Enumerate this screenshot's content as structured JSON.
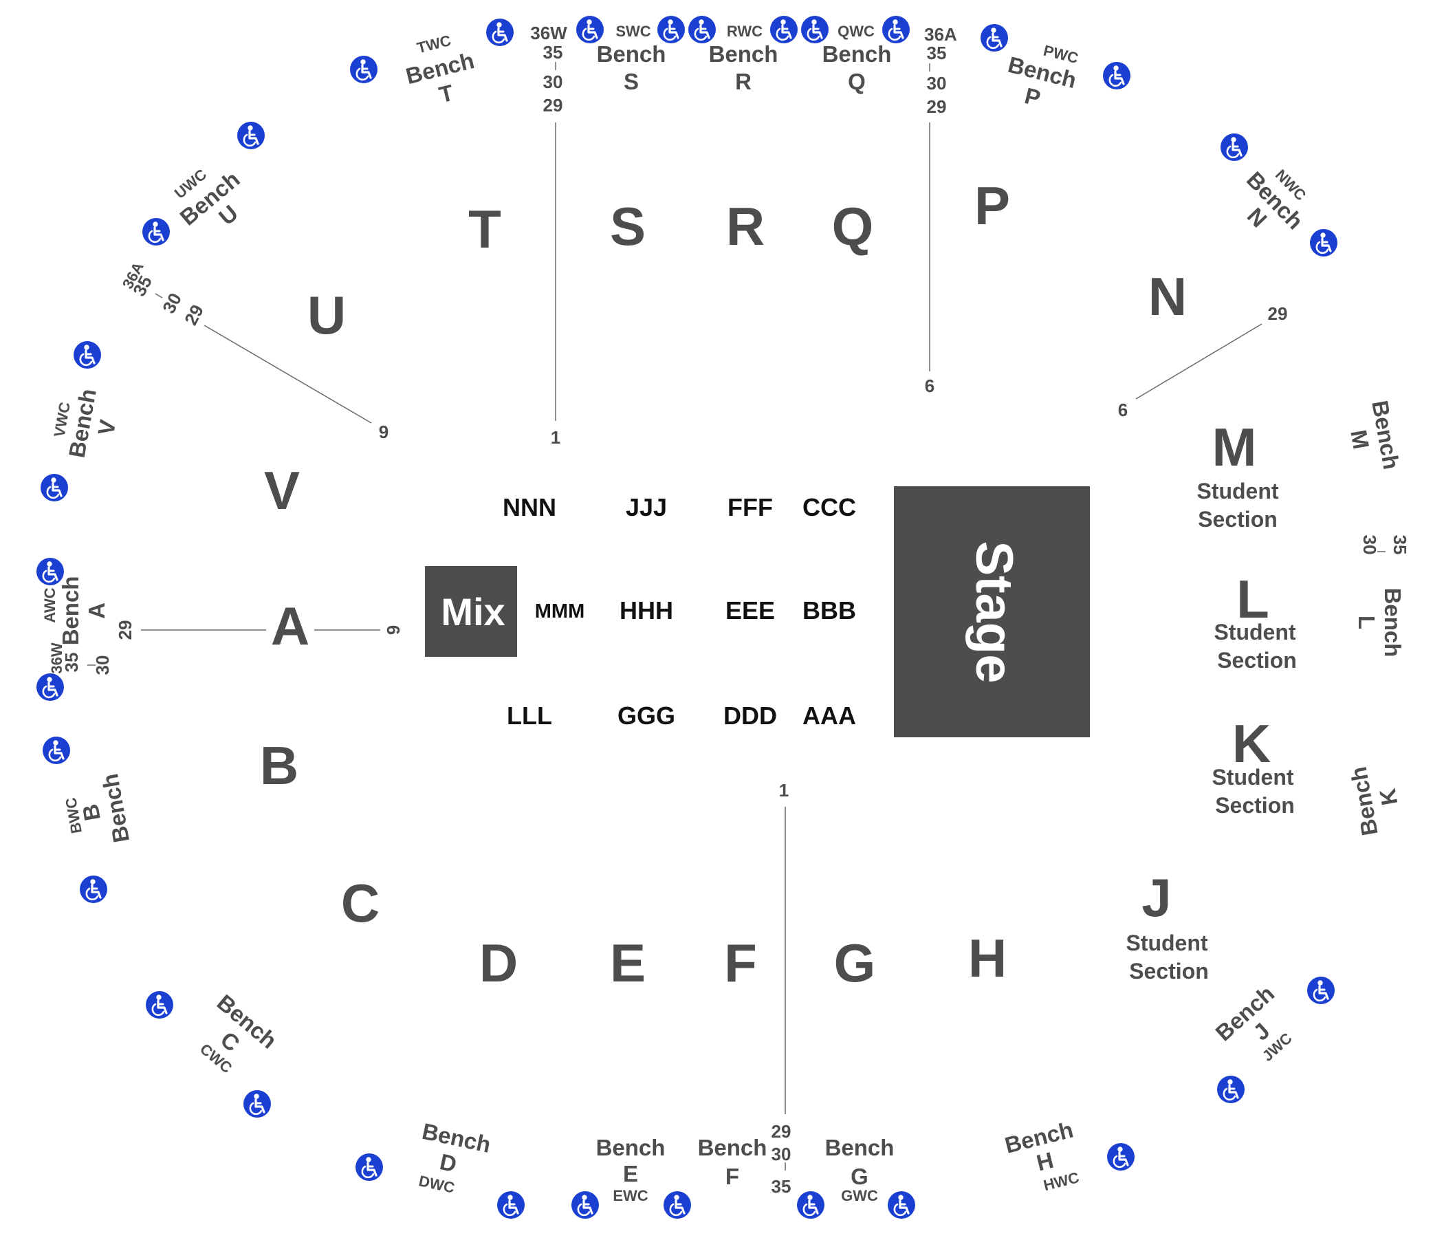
{
  "stage_label": "Stage",
  "mix_label": "Mix",
  "student_section_line1": "Student",
  "student_section_line2": "Section",
  "bench_word": "Bench",
  "sections": [
    "T",
    "S",
    "R",
    "Q",
    "P",
    "N",
    "U",
    "V",
    "A",
    "B",
    "C",
    "D",
    "E",
    "F",
    "G",
    "H",
    "M",
    "L",
    "K",
    "J"
  ],
  "floor_sections": [
    "NNN",
    "JJJ",
    "FFF",
    "CCC",
    "MMM",
    "HHH",
    "EEE",
    "BBB",
    "LLL",
    "GGG",
    "DDD",
    "AAA"
  ],
  "benches": [
    {
      "letter": "T",
      "wc": "TWC"
    },
    {
      "letter": "S",
      "wc": "SWC"
    },
    {
      "letter": "R",
      "wc": "RWC"
    },
    {
      "letter": "Q",
      "wc": "QWC"
    },
    {
      "letter": "P",
      "wc": "PWC"
    },
    {
      "letter": "N",
      "wc": "NWC"
    },
    {
      "letter": "U",
      "wc": "UWC"
    },
    {
      "letter": "V",
      "wc": "VWC"
    },
    {
      "letter": "A",
      "wc": "AWC"
    },
    {
      "letter": "B",
      "wc": "BWC"
    },
    {
      "letter": "C",
      "wc": "CWC"
    },
    {
      "letter": "D",
      "wc": "DWC"
    },
    {
      "letter": "E",
      "wc": "EWC"
    },
    {
      "letter": "F",
      "wc": ""
    },
    {
      "letter": "G",
      "wc": "GWC"
    },
    {
      "letter": "H",
      "wc": "HWC"
    },
    {
      "letter": "J",
      "wc": "JWC"
    },
    {
      "letter": "K",
      "wc": ""
    },
    {
      "letter": "L",
      "wc": ""
    },
    {
      "letter": "M",
      "wc": ""
    }
  ],
  "row_labels": [
    "36W",
    "35",
    "30",
    "29",
    "1",
    "36A",
    "35",
    "30",
    "29",
    "6",
    "29",
    "6",
    "36A",
    "35",
    "30",
    "29",
    "9",
    "36W",
    "35",
    "30",
    "29",
    "6",
    "29",
    "30",
    "35",
    "1",
    "35",
    "30"
  ],
  "icon": "wheelchair-icon",
  "colors": {
    "section_text": "#4d4d4d",
    "stage": "#4d4d4d",
    "wheelchair": "#1a3fd1",
    "floor_text": "#111111"
  }
}
